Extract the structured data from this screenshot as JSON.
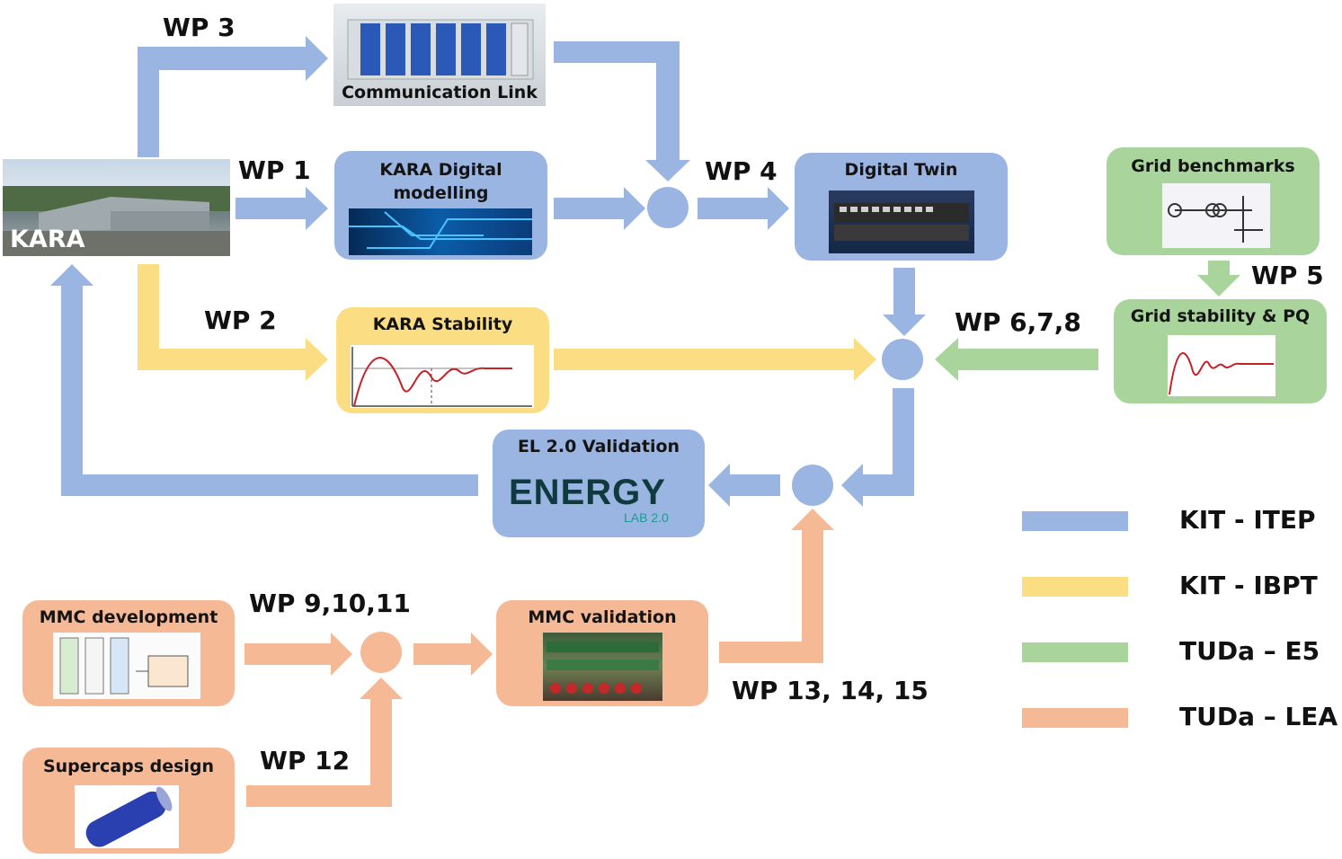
{
  "colors": {
    "blue": "#9bb5e2",
    "yellow": "#fbdd83",
    "green": "#a9d59c",
    "orange": "#f5b996"
  },
  "nodes": {
    "comm_link": "Communication Link",
    "kara": "KARA",
    "kara_digital": "KARA Digital modelling",
    "digital_twin": "Digital Twin",
    "grid_benchmarks": "Grid benchmarks",
    "grid_stability": "Grid stability & PQ",
    "kara_stability": "KARA Stability",
    "el_validation": "EL 2.0 Validation",
    "energy_logo_main": "ENERGY",
    "energy_logo_sub": "LAB 2.0",
    "mmc_development": "MMC development",
    "mmc_validation": "MMC validation",
    "supercaps": "Supercaps design"
  },
  "wp_labels": {
    "wp3": "WP 3",
    "wp1": "WP 1",
    "wp4": "WP 4",
    "wp2": "WP 2",
    "wp5": "WP 5",
    "wp678": "WP 6,7,8",
    "wp91011": "WP 9,10,11",
    "wp12": "WP 12",
    "wp131415": "WP 13, 14, 15"
  },
  "legend": [
    {
      "label": "KIT - ITEP",
      "color": "#9bb5e2"
    },
    {
      "label": "KIT - IBPT",
      "color": "#fbdd83"
    },
    {
      "label": "TUDa – E5",
      "color": "#a9d59c"
    },
    {
      "label": "TUDa – LEA",
      "color": "#f5b996"
    }
  ]
}
